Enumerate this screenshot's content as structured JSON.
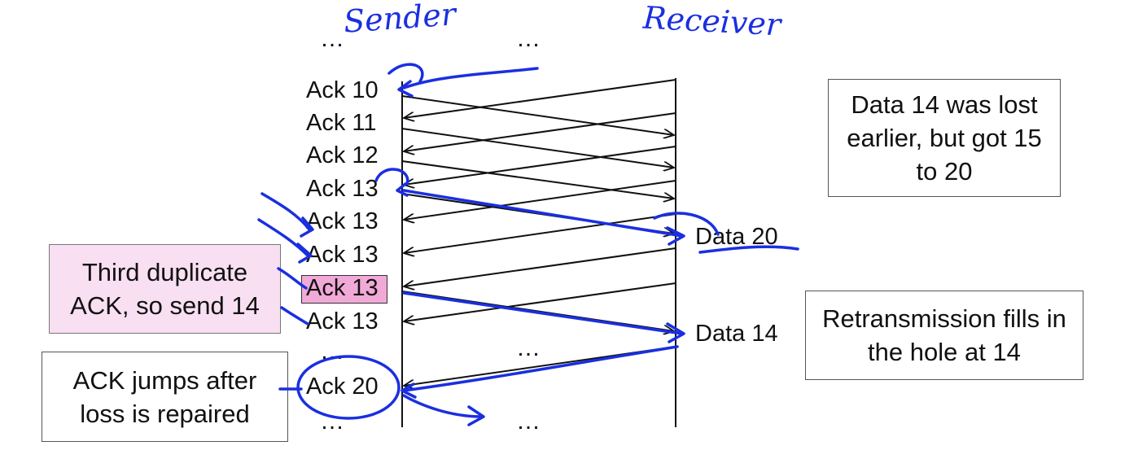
{
  "header": {
    "sender_handwritten": "Sender",
    "receiver_handwritten": "Receiver",
    "ellipsis": "…"
  },
  "acks": [
    "Ack 10",
    "Ack 11",
    "Ack 12",
    "Ack 13",
    "Ack 13",
    "Ack 13",
    "Ack 13",
    "Ack 13",
    "Ack 20"
  ],
  "ellipsis": "…",
  "data_labels": [
    "Data 20",
    "Data 14"
  ],
  "notes": {
    "lost": "Data 14 was lost earlier, but got 15 to 20",
    "third_dup": "Third duplicate ACK, so send 14",
    "retransmission": "Retransmission fills in the hole at 14",
    "ack_jump": "ACK jumps after loss is repaired"
  },
  "colors": {
    "ink": "#1a2fe0",
    "pink_box": "#f9dff2",
    "highlight": "#f1a9d8",
    "line": "#111111"
  }
}
